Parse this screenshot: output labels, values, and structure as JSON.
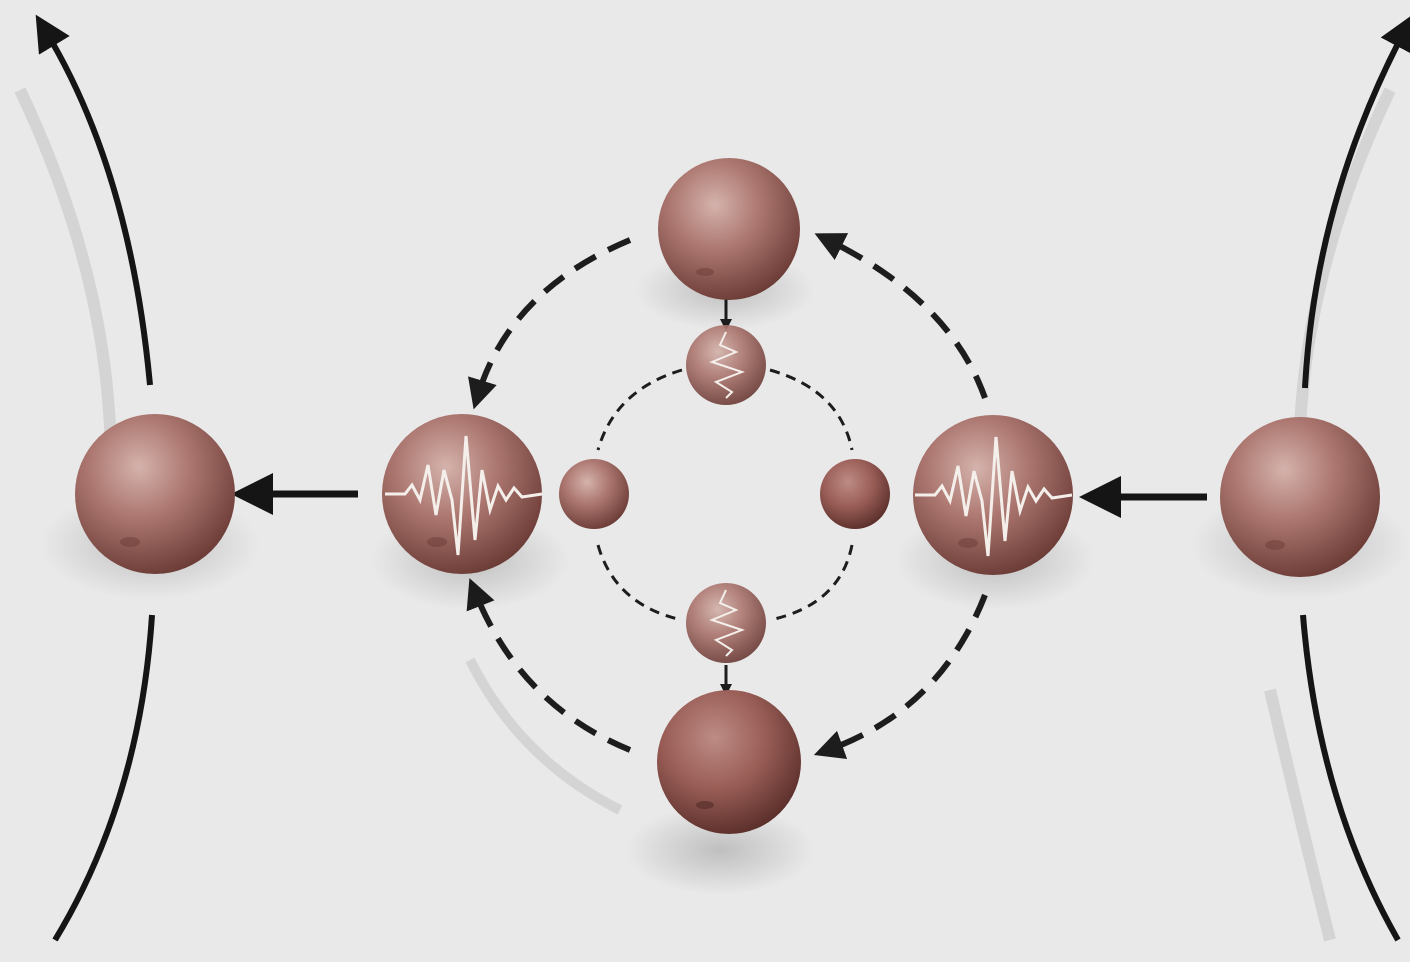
{
  "diagram": {
    "colors": {
      "background": "#e9e9e9",
      "arrow": "#151515",
      "dashed_arrow": "#1d1d1d",
      "sphere_highlight": "#c9a29b",
      "sphere_base": "#a66d66",
      "sphere_shadow": "#6e3f3a",
      "waveform": "#f4efea"
    },
    "particles": [
      {
        "id": "outer-left",
        "kind": "large",
        "waveform": false
      },
      {
        "id": "outer-right",
        "kind": "large",
        "waveform": false
      },
      {
        "id": "inner-left",
        "kind": "large",
        "waveform": true
      },
      {
        "id": "inner-right",
        "kind": "large",
        "waveform": true
      },
      {
        "id": "top",
        "kind": "large",
        "waveform": false
      },
      {
        "id": "bottom",
        "kind": "large",
        "waveform": false
      },
      {
        "id": "mid-top",
        "kind": "medium",
        "waveform": true
      },
      {
        "id": "mid-bottom",
        "kind": "medium",
        "waveform": true
      },
      {
        "id": "small-left",
        "kind": "small",
        "waveform": false
      },
      {
        "id": "small-right",
        "kind": "small",
        "waveform": false
      }
    ]
  }
}
